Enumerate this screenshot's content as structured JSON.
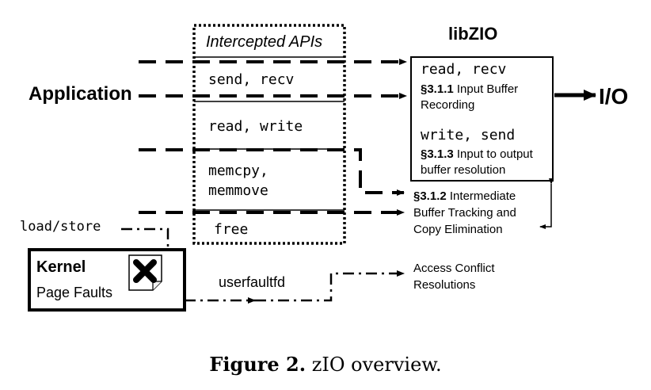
{
  "intercepted": {
    "title": "Intercepted APIs",
    "send_recv": "send, recv",
    "read_write": "read, write",
    "memcpy": "memcpy,",
    "memmove": "memmove",
    "free": "free"
  },
  "libzio": {
    "title": "libZIO",
    "read_recv": "read, recv",
    "input_section": "§3.1.1",
    "input_text1": "Input Buffer",
    "input_text2": "Recording",
    "write_send": "write, send",
    "output_section": "§3.1.3",
    "output_text1": "Input to output",
    "output_text2": "buffer resolution"
  },
  "tracking": {
    "section": "§3.1.2",
    "text1": "Intermediate",
    "text2": "Buffer Tracking and",
    "text3": "Copy Elimination"
  },
  "application": "Application",
  "io": "I/O",
  "load_store": "load/store",
  "kernel": {
    "title": "Kernel",
    "subtitle": "Page Faults"
  },
  "userfaultfd": "userfaultfd",
  "conflict": {
    "line1": "Access Conflict",
    "line2": "Resolutions"
  },
  "caption": {
    "label": "Figure 2.",
    "text": "zIO overview."
  },
  "icons": {
    "kernel_icon": "page-fault-x-icon"
  }
}
